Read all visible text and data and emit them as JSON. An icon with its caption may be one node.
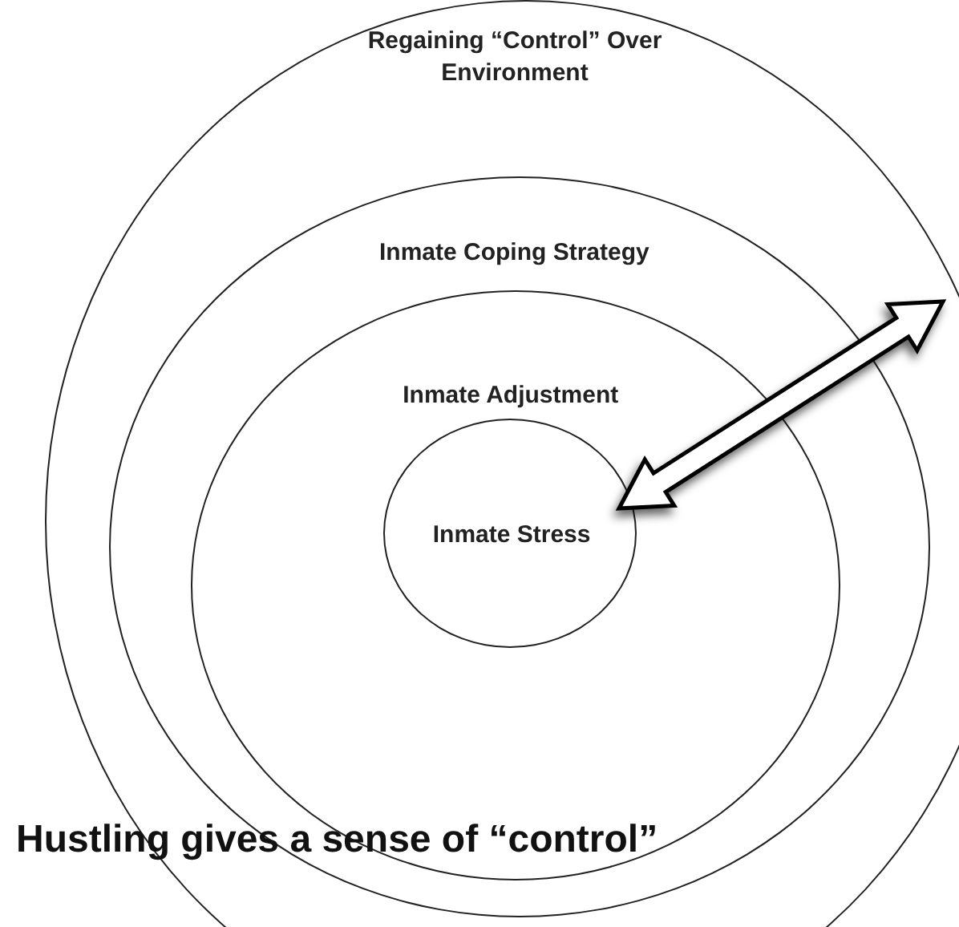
{
  "diagram": {
    "nodes": [
      {
        "text": [
          "Regaining “Control” Over Environment"
        ]
      },
      {
        "text": [
          "Inmate Coping Strategy"
        ],
        "in": 0
      },
      {
        "text": [
          "Inmate Adjustment"
        ],
        "in": 1
      },
      {
        "text": [
          "Inmate Stress"
        ],
        "in": 2
      }
    ],
    "edges": [
      {
        "from": 3,
        "to": 0,
        "arrow": "both"
      }
    ],
    "labels": [
      "Hustling gives a sense of “control”"
    ]
  }
}
